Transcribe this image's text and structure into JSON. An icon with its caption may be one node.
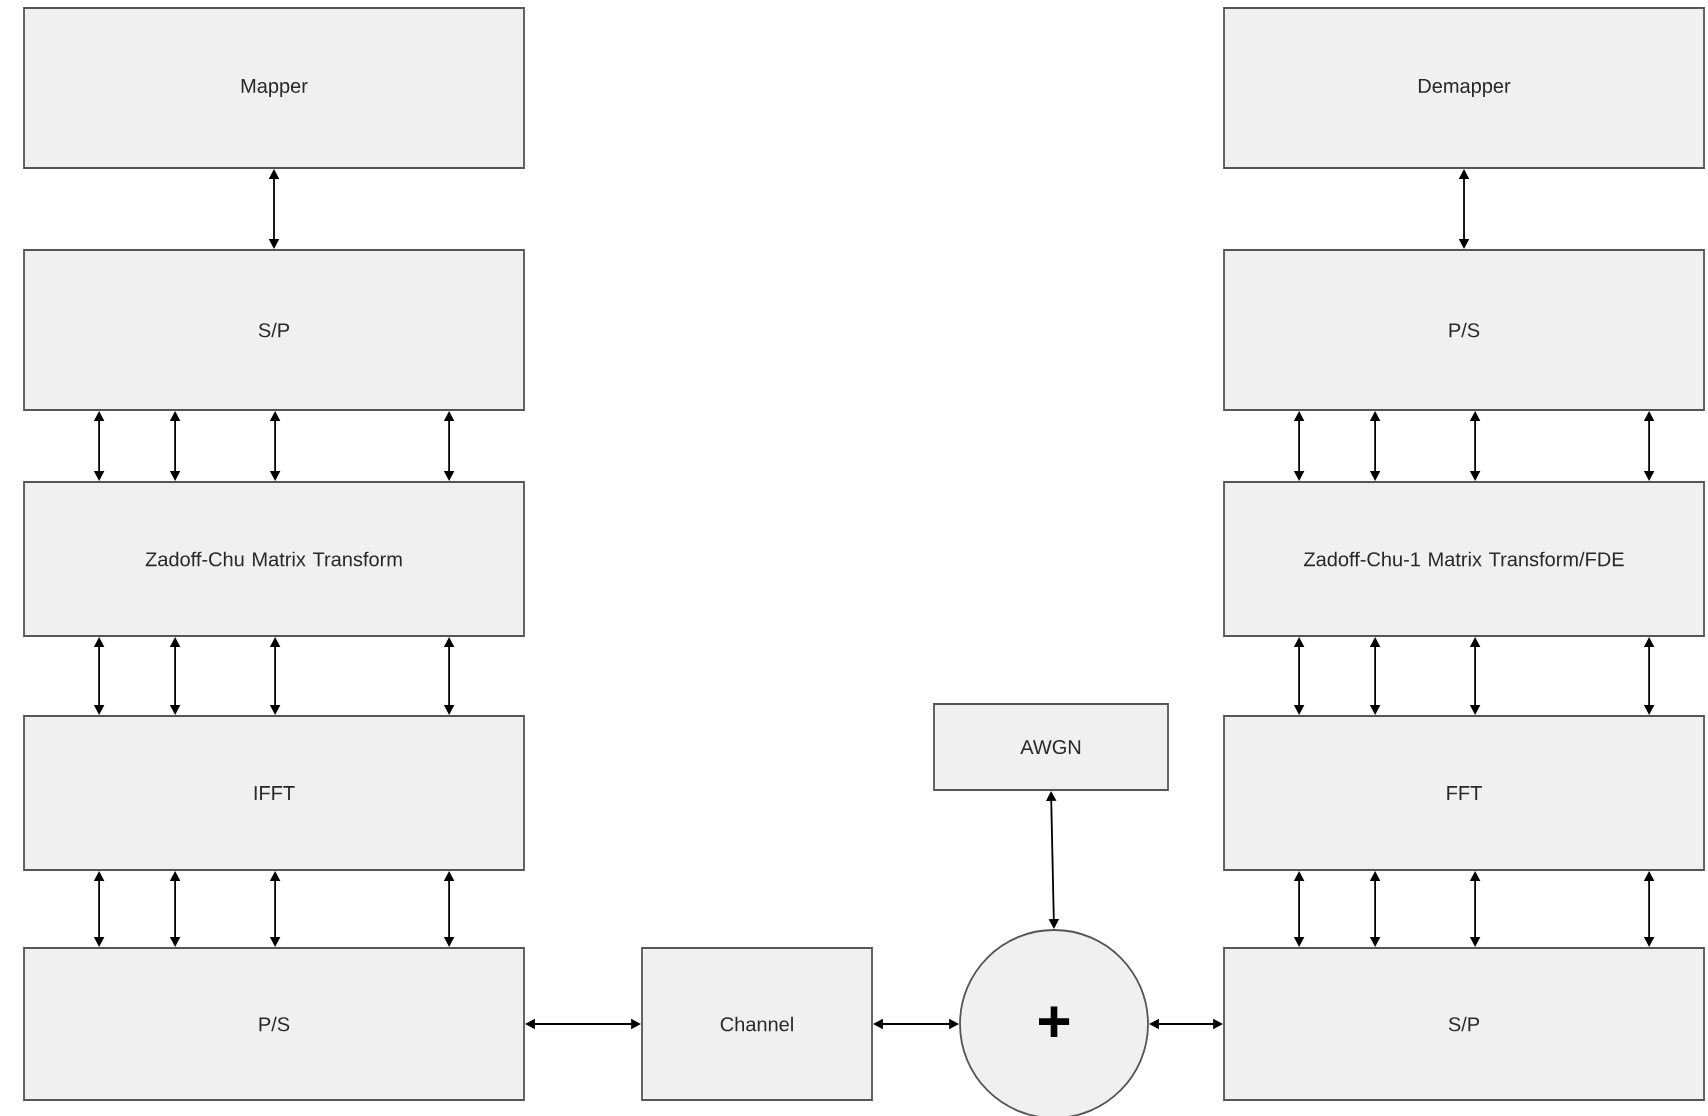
{
  "diagram": {
    "nodes": [
      {
        "text": [
          "Mapper"
        ]
      },
      {
        "text": [
          "S/P"
        ]
      },
      {
        "text": [
          "Zadoff-Chu Matrix Transform"
        ]
      },
      {
        "text": [
          "IFFT"
        ]
      },
      {
        "text": [
          "P/S"
        ]
      },
      {
        "text": [
          "Channel"
        ]
      },
      {
        "text": [
          "AWGN"
        ]
      },
      {
        "text": [
          "+"
        ]
      },
      {
        "text": [
          "Demapper"
        ]
      },
      {
        "text": [
          "P/S"
        ]
      },
      {
        "text": [
          "Zadoff-Chu-1 Matrix Transform/FDE"
        ]
      },
      {
        "text": [
          "FFT"
        ]
      },
      {
        "text": [
          "S/P"
        ]
      }
    ],
    "edges": [
      {
        "from": 0,
        "to": 1,
        "arrow": "both"
      },
      {
        "from": 1,
        "to": 2,
        "arrow": "both"
      },
      {
        "from": 1,
        "to": 2,
        "arrow": "both"
      },
      {
        "from": 1,
        "to": 2,
        "arrow": "both"
      },
      {
        "from": 1,
        "to": 2,
        "arrow": "both"
      },
      {
        "from": 2,
        "to": 3,
        "arrow": "both"
      },
      {
        "from": 2,
        "to": 3,
        "arrow": "both"
      },
      {
        "from": 2,
        "to": 3,
        "arrow": "both"
      },
      {
        "from": 2,
        "to": 3,
        "arrow": "both"
      },
      {
        "from": 3,
        "to": 4,
        "arrow": "both"
      },
      {
        "from": 3,
        "to": 4,
        "arrow": "both"
      },
      {
        "from": 3,
        "to": 4,
        "arrow": "both"
      },
      {
        "from": 3,
        "to": 4,
        "arrow": "both"
      },
      {
        "from": 4,
        "to": 5,
        "arrow": "both"
      },
      {
        "from": 5,
        "to": 7,
        "arrow": "both"
      },
      {
        "from": 6,
        "to": 7,
        "arrow": "both"
      },
      {
        "from": 7,
        "to": 12,
        "arrow": "both"
      },
      {
        "from": 12,
        "to": 11,
        "arrow": "both"
      },
      {
        "from": 12,
        "to": 11,
        "arrow": "both"
      },
      {
        "from": 12,
        "to": 11,
        "arrow": "both"
      },
      {
        "from": 12,
        "to": 11,
        "arrow": "both"
      },
      {
        "from": 11,
        "to": 10,
        "arrow": "both"
      },
      {
        "from": 11,
        "to": 10,
        "arrow": "both"
      },
      {
        "from": 11,
        "to": 10,
        "arrow": "both"
      },
      {
        "from": 11,
        "to": 10,
        "arrow": "both"
      },
      {
        "from": 10,
        "to": 9,
        "arrow": "both"
      },
      {
        "from": 10,
        "to": 9,
        "arrow": "both"
      },
      {
        "from": 10,
        "to": 9,
        "arrow": "both"
      },
      {
        "from": 10,
        "to": 9,
        "arrow": "both"
      },
      {
        "from": 9,
        "to": 8,
        "arrow": "both"
      }
    ]
  }
}
